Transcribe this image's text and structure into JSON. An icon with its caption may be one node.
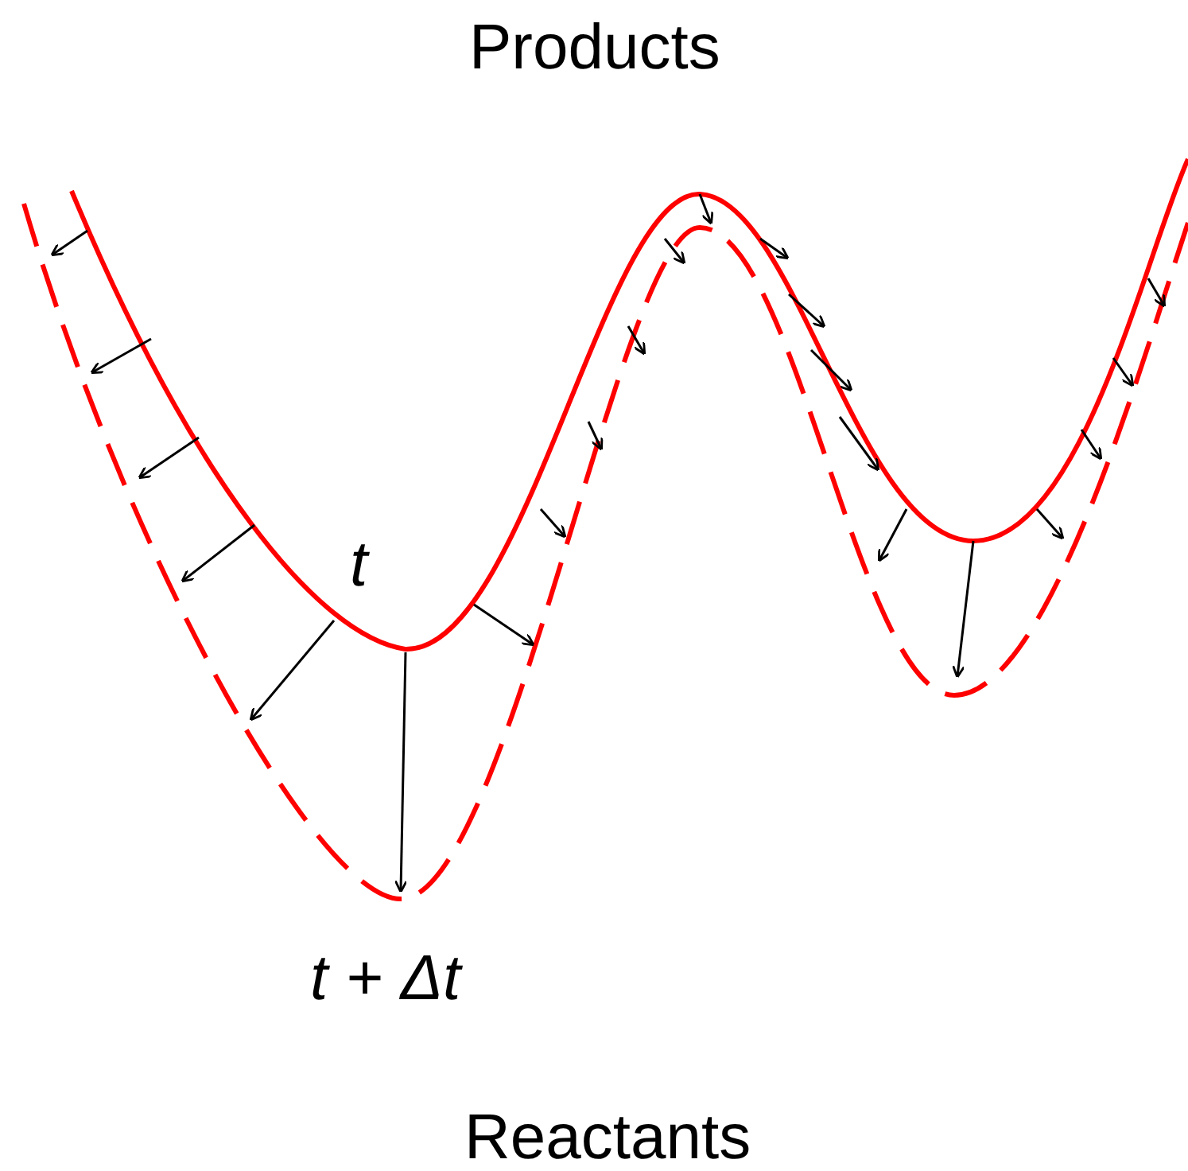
{
  "diagram": {
    "labels": [
      "Products",
      "t",
      "t + Δt",
      "Reactants"
    ]
  }
}
